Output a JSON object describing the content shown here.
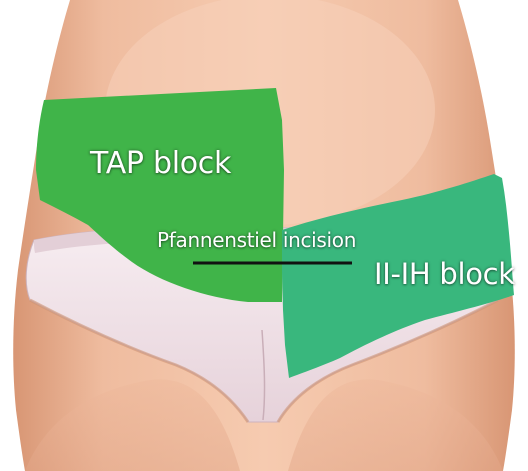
{
  "labels": {
    "tap_block": "TAP block",
    "pfannenstiel_incision": "Pfannenstiel incision",
    "ii_ih_block": "II-IH block"
  },
  "colors": {
    "background": "#ffffff",
    "skin": "#eeb99c",
    "skin_shadow": "#d99a79",
    "underwear": "#f4e7ec",
    "underwear_shadow": "#dcc6ce",
    "tap_region": "#40b449",
    "ii_ih_region": "#39b77d",
    "incision_line": "#111111",
    "label_text": "#ffffff"
  }
}
